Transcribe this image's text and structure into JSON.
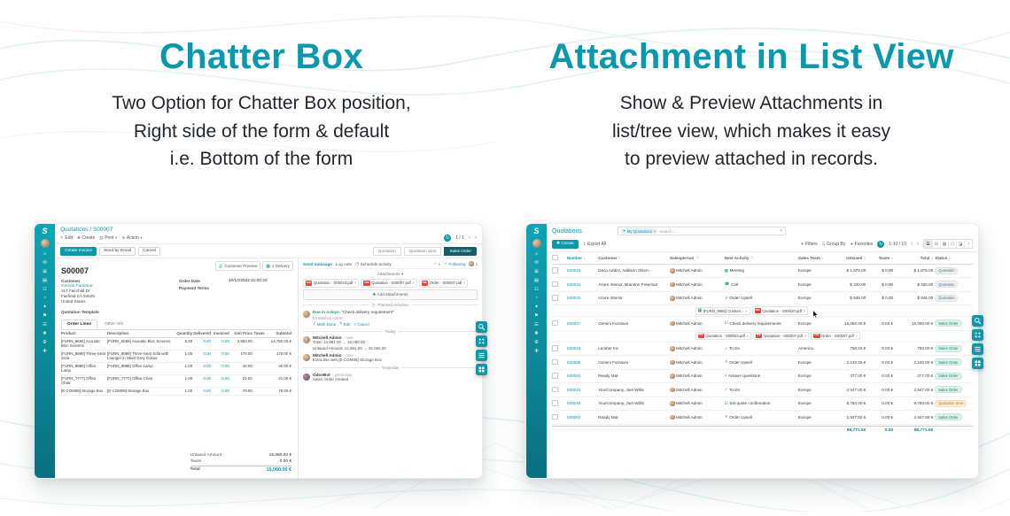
{
  "hero": {
    "left": {
      "title": "Chatter Box",
      "lines": [
        "Two Option for Chatter Box position,",
        "Right side of the form & default",
        "i.e. Bottom of the form"
      ]
    },
    "right": {
      "title": "Attachment in List View",
      "lines": [
        "Show & Preview Attachments in",
        "list/tree view, which makes it easy",
        "to preview attached in records."
      ]
    }
  },
  "icons": {
    "pencil": "✎",
    "plus": "✚",
    "print": "▤",
    "gear": "⚙",
    "sync": "↻",
    "prev": "‹",
    "next": "›",
    "caret": "▾",
    "clock": "◷",
    "star": "☆",
    "check": "✓",
    "close": "×",
    "filter": "▼",
    "group": "☰",
    "favorite": "★",
    "export": "↥",
    "eye": "◎",
    "truck": "▦",
    "pdf_badge": "PDF",
    "image_badge": "▦"
  },
  "sidebar_icons": [
    "home",
    "mail",
    "apps",
    "report",
    "list",
    "clock",
    "spark",
    "flag",
    "menu",
    "diamond",
    "gear",
    "plus"
  ],
  "edge_tools": [
    "search",
    "apps",
    "menu",
    "grid"
  ],
  "form_window": {
    "logo": "S",
    "breadcrumb": "Quotations / S00007",
    "toolbar": {
      "edit": "Edit",
      "create": "Create",
      "print": "Print",
      "action": "Action",
      "pager": "1 / 1"
    },
    "header_actions": {
      "create_invoice": "Create Invoice",
      "send_by_email": "Send by Email",
      "cancel": "Cancel"
    },
    "statusbar": {
      "steps": [
        "Quotation",
        "Quotation Sent",
        "Sales Order"
      ],
      "active": "Sales Order"
    },
    "smart_buttons": {
      "customer_preview": "Customer Preview",
      "delivery": "1 Delivery"
    },
    "record": {
      "name": "S00007",
      "customer_label": "Customer",
      "customer": "Gemini Furniture",
      "address": [
        "317 Fairchild Dr",
        "Fairfield CA 94535",
        "United States"
      ],
      "order_date_label": "Order Date",
      "order_date": "10/12/2022 11:00:23",
      "payment_terms_label": "Payment Terms",
      "quotation_template_label": "Quotation Template"
    },
    "tabs": {
      "order_lines": "Order Lines",
      "other_info": "Other Info"
    },
    "order_lines": {
      "columns": [
        "Product",
        "Description",
        "Quantity",
        "Delivered",
        "Invoiced",
        "Unit Price",
        "Taxes",
        "Subtotal"
      ],
      "rows": [
        {
          "product": "[FURN_6666] Acoustic Bloc Screens",
          "description": "[FURN_6666] Acoustic Bloc Screens",
          "qty": "5.00",
          "delivered": "0.00",
          "invoiced": "0.00",
          "unit_price": "2,950.00",
          "taxes": "",
          "subtotal": "14,750.00 €"
        },
        {
          "product": "[FURN_8999] Three-Seat Sofa",
          "description": "[FURN_8999] Three-Seat Sofa with Lounger in Steel Grey Colour",
          "qty": "1.00",
          "delivered": "0.00",
          "invoiced": "0.00",
          "unit_price": "170.00",
          "taxes": "",
          "subtotal": "170.00 €"
        },
        {
          "product": "[FURN_8888] Office Lamp",
          "description": "[FURN_8888] Office Lamp",
          "qty": "1.00",
          "delivered": "0.00",
          "invoiced": "0.00",
          "unit_price": "40.00",
          "taxes": "",
          "subtotal": "40.00 €"
        },
        {
          "product": "[FURN_7777] Office Chair",
          "description": "[FURN_7777] Office Chair",
          "qty": "1.00",
          "delivered": "0.00",
          "invoiced": "0.00",
          "unit_price": "21.00",
          "taxes": "",
          "subtotal": "21.00 €"
        },
        {
          "product": "[E-COM08] Storage Box",
          "description": "[E-COM08] Storage Box",
          "qty": "1.00",
          "delivered": "0.00",
          "invoiced": "0.00",
          "unit_price": "79.00",
          "taxes": "",
          "subtotal": "79.00 €"
        }
      ],
      "totals": {
        "untaxed_label": "Untaxed Amount",
        "untaxed": "15,060.00 €",
        "taxes_label": "Taxes",
        "taxes": "0.00 €",
        "total_label": "Total",
        "total": "15,060.00 €"
      }
    },
    "chatter": {
      "send_message": "Send message",
      "log_note": "Log note",
      "schedule_activity": "Schedule activity",
      "star_count": "1",
      "following": "Following",
      "follower_count": "2",
      "attachments_label": "Attachments",
      "attachments": [
        "Quotation - S00023.pdf",
        "Quotation - S00007.pdf",
        "Order - S00007.pdf"
      ],
      "add_attachments": "Add attachments",
      "planned_activities": "Planned activities",
      "activity": {
        "due": "Due in 4 days:",
        "summary": "“Check delivery requirement”",
        "assignee": "for Mitchell Admin",
        "mark_done": "Mark Done",
        "edit": "Edit",
        "cancel": "Cancel"
      },
      "groups": [
        {
          "divider": "Today",
          "messages": [
            {
              "author": "Mitchell Admin",
              "time": "- now",
              "bot": false,
              "lines": [
                "Total: 14,981.00 → 15,060.00",
                "Untaxed Amount: 14,981.00 → 15,060.00"
              ]
            },
            {
              "author": "Mitchell Admin",
              "time": "- now",
              "bot": false,
              "lines": [
                "Extra line with [E-COM08] Storage Box"
              ]
            }
          ]
        },
        {
          "divider": "Yesterday",
          "messages": [
            {
              "author": "OdooBot",
              "time": "- yesterday",
              "bot": true,
              "lines": [
                "Sales Order created"
              ]
            }
          ]
        }
      ]
    }
  },
  "list_window": {
    "logo": "S",
    "title": "Quotations",
    "search": {
      "facet": "My Quotations",
      "placeholder": "Search..."
    },
    "controls": {
      "create": "Create",
      "export_all": "Export All",
      "filters": "Filters",
      "group_by": "Group By",
      "favorites": "Favorites",
      "pager": "1-10 / 10"
    },
    "views": [
      "list",
      "kanban",
      "calendar",
      "pivot",
      "graph",
      "activity"
    ],
    "active_view": "list",
    "columns": [
      "Number",
      "Customer",
      "Salesperson",
      "Next Activity",
      "Sales Team",
      "Untaxed",
      "Taxes",
      "Total",
      "Status"
    ],
    "rows": [
      {
        "kind": "record",
        "number": "S00023",
        "customer": "Deco Addict, Addison Olson",
        "salesperson": "Mitchell Admin",
        "activity": "Meeting",
        "activity_icon": "calendar",
        "team": "Europe",
        "untaxed": "$ 1,878.00",
        "taxes": "$ 0.00",
        "total": "$ 1,878.00",
        "status": "Quotation",
        "status_kind": "quotation"
      },
      {
        "kind": "record",
        "number": "S00022",
        "customer": "Azure Interior, Brandon Freeman",
        "salesperson": "Mitchell Admin",
        "activity": "Call",
        "activity_icon": "phone",
        "team": "Europe",
        "untaxed": "$ 320.00",
        "taxes": "$ 0.00",
        "total": "$ 320.00",
        "status": "Quotation",
        "status_kind": "quotation"
      },
      {
        "kind": "record",
        "number": "S00020",
        "customer": "Azure Interior",
        "salesperson": "Mitchell Admin",
        "activity": "Order Upsell",
        "activity_icon": "upsell",
        "team": "Europe",
        "untaxed": "$ 846.00",
        "taxes": "$ 0.00",
        "total": "$ 846.00",
        "status": "Quotation",
        "status_kind": "quotation"
      },
      {
        "kind": "files",
        "chips": [
          {
            "type": "image",
            "name": "[FURN_8855] Custom..."
          },
          {
            "type": "pdf",
            "name": "Quotation - S00020.pdf"
          }
        ]
      },
      {
        "kind": "record",
        "number": "S00007",
        "customer": "Gemini Furniture",
        "salesperson": "Mitchell Admin",
        "activity": "Check delivery requirements",
        "activity_icon": "clipboard",
        "team": "Europe",
        "untaxed": "15,060.00 €",
        "taxes": "0.00 €",
        "total": "15,060.00 €",
        "status": "Sales Order",
        "status_kind": "sales-order"
      },
      {
        "kind": "files",
        "chips": [
          {
            "type": "pdf",
            "name": "Quotation - S00023.pdf"
          },
          {
            "type": "pdf",
            "name": "Quotation - S00007.pdf"
          },
          {
            "type": "pdf",
            "name": "Order - S00007.pdf"
          }
        ]
      },
      {
        "kind": "record",
        "number": "S00024",
        "customer": "Lumber Inc",
        "salesperson": "Mitchell Admin",
        "activity": "To Do",
        "activity_icon": "check",
        "team": "America",
        "untaxed": "750.00 €",
        "taxes": "0.00 €",
        "total": "750.00 €",
        "status": "Sales Order",
        "status_kind": "sales-order"
      },
      {
        "kind": "record",
        "number": "S00008",
        "customer": "Gemini Furniture",
        "salesperson": "Mitchell Admin",
        "activity": "Order Upsell",
        "activity_icon": "upsell",
        "team": "Europe",
        "untaxed": "2,240.00 €",
        "taxes": "0.00 €",
        "total": "2,240.00 €",
        "status": "Sales Order",
        "status_kind": "sales-order"
      },
      {
        "kind": "record",
        "number": "S00003",
        "customer": "Ready Mat",
        "salesperson": "Mitchell Admin",
        "activity": "Answer questions",
        "activity_icon": "question",
        "team": "Europe",
        "untaxed": "377.00 €",
        "taxes": "0.00 €",
        "total": "377.00 €",
        "status": "Sales Order",
        "status_kind": "sales-order"
      },
      {
        "kind": "record",
        "number": "S00019",
        "customer": "YourCompany, Joel Willis",
        "salesperson": "Mitchell Admin",
        "activity": "To Do",
        "activity_icon": "check",
        "team": "Europe",
        "untaxed": "2,947.00 €",
        "taxes": "0.00 €",
        "total": "2,947.00 €",
        "status": "Sales Order",
        "status_kind": "sales-order"
      },
      {
        "kind": "record",
        "number": "S00018",
        "customer": "YourCompany, Joel Willis",
        "salesperson": "Mitchell Admin",
        "activity": "Set quote confirmation",
        "activity_icon": "clipboard",
        "team": "Europe",
        "untaxed": "9,750.00 €",
        "taxes": "0.00 €",
        "total": "9,750.00 €",
        "status": "Quotation Sent",
        "status_kind": "quotation-sent"
      },
      {
        "kind": "record",
        "number": "S00002",
        "customer": "Ready Mat",
        "salesperson": "Mitchell Admin",
        "activity": "Order Upsell",
        "activity_icon": "upsell",
        "team": "Europe",
        "untaxed": "2,947.50 €",
        "taxes": "0.00 €",
        "total": "2,947.50 €",
        "status": "Sales Order",
        "status_kind": "sales-order"
      }
    ],
    "footer": {
      "untaxed": "86,771.50",
      "taxes": "0.00",
      "total": "86,771.50"
    }
  }
}
